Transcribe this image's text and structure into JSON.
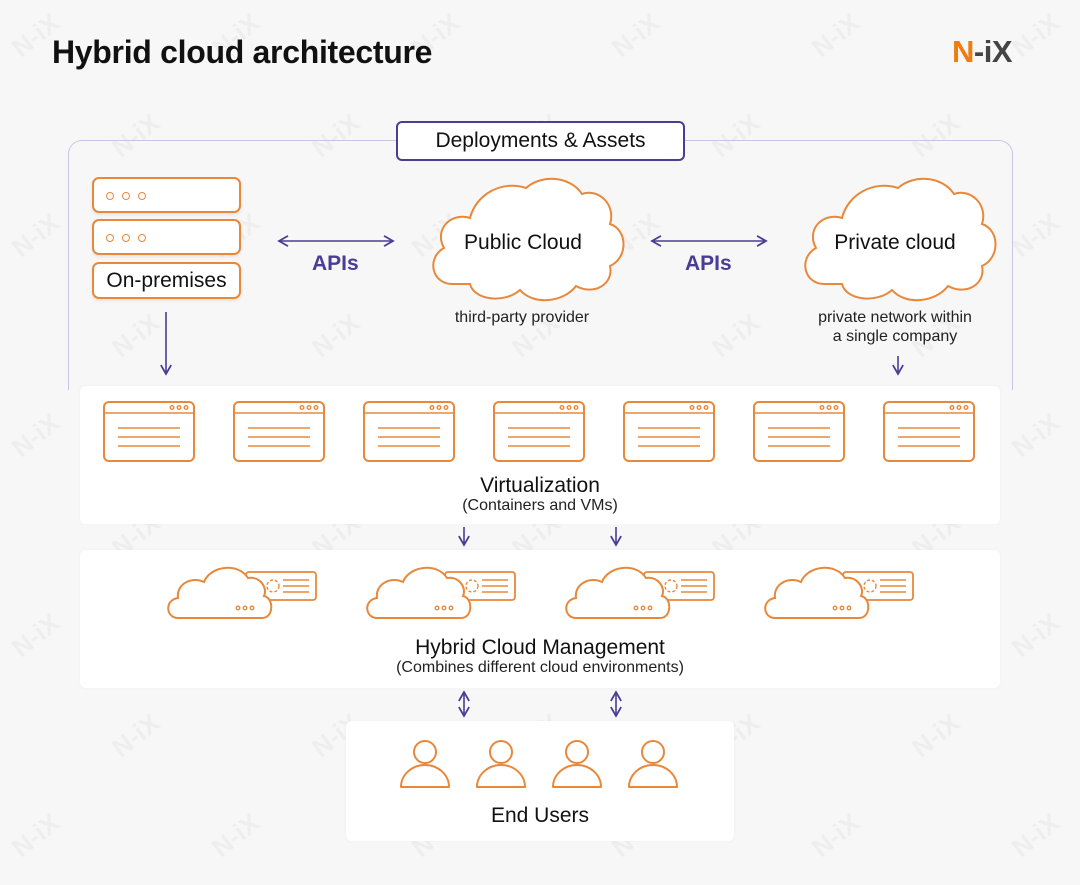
{
  "header": {
    "title": "Hybrid cloud architecture",
    "logo": {
      "accent": "N",
      "rest": "-iX"
    }
  },
  "watermark": "N-iX",
  "colors": {
    "accent_orange": "#e8883a",
    "accent_purple": "#4b3d93",
    "logo_orange": "#f07c10"
  },
  "deployments": {
    "label": "Deployments & Assets",
    "on_premises": {
      "label": "On-premises"
    },
    "apis_left": "APIs",
    "apis_right": "APIs",
    "public_cloud": {
      "label": "Public Cloud",
      "caption": "third-party provider"
    },
    "private_cloud": {
      "label": "Private cloud",
      "caption_line1": "private network within",
      "caption_line2": "a single company"
    }
  },
  "virtualization": {
    "title": "Virtualization",
    "subtitle": "(Containers and VMs)",
    "window_count": 7
  },
  "management": {
    "title": "Hybrid Cloud Management",
    "subtitle": "(Combines different cloud environments)",
    "cloud_count": 4
  },
  "end_users": {
    "title": "End Users",
    "user_count": 4
  }
}
